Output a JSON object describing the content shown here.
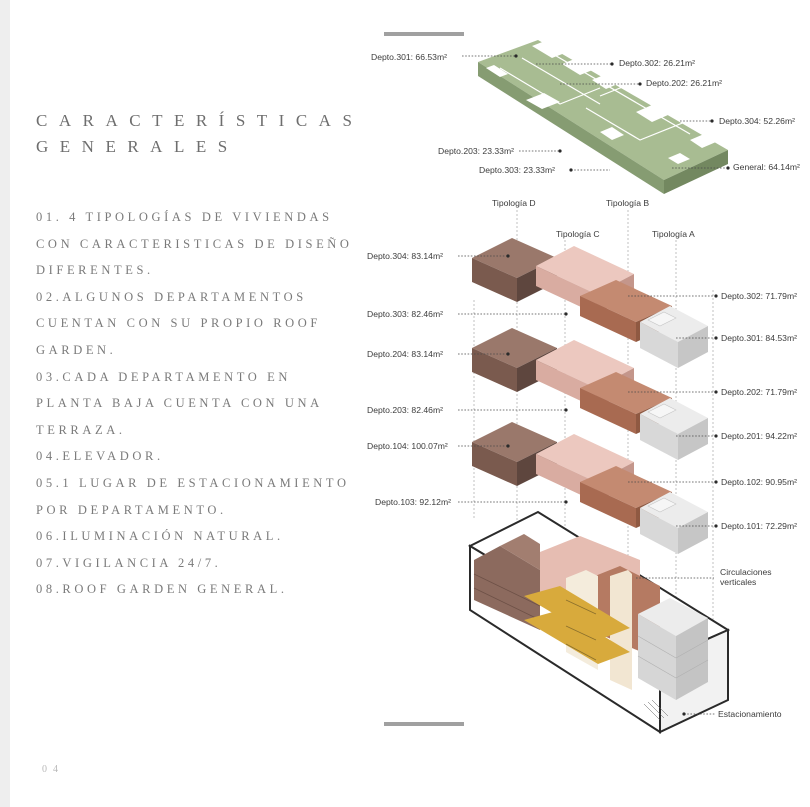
{
  "title": {
    "line1": "CARACTERÍSTICAS",
    "line2": "GENERALES"
  },
  "features": [
    "01. 4 TIPOLOGÍAS DE VIVIENDAS CON CARACTERISTICAS DE DISEÑO DIFERENTES.",
    "02.ALGUNOS DEPARTAMENTOS CUENTAN CON SU PROPIO ROOF GARDEN.",
    "03.CADA DEPARTAMENTO EN PLANTA BAJA CUENTA CON UNA TERRAZA.",
    "04.ELEVADOR.",
    "05.1 LUGAR DE ESTACIONAMIENTO POR DEPARTAMENTO.",
    "06.ILUMINACIÓN NATURAL.",
    "07.VIGILANCIA 24/7.",
    "08.ROOF GARDEN GENERAL."
  ],
  "page_number": "04",
  "diagram": {
    "roof_labels": {
      "d301": "Depto.301: 66.53m²",
      "d302": "Depto.302: 26.21m²",
      "d202": "Depto.202: 26.21m²",
      "d304": "Depto.304: 52.26m²",
      "d203": "Depto.203: 23.33m²",
      "d303": "Depto.303: 23.33m²",
      "general": "General: 64.14m²"
    },
    "typologies": {
      "d": "Tipología D",
      "c": "Tipología C",
      "b": "Tipología B",
      "a": "Tipología A"
    },
    "unit_labels": {
      "u304": "Depto.304: 83.14m²",
      "u303": "Depto.303: 82.46m²",
      "u302": "Depto.302: 71.79m²",
      "u301": "Depto.301: 84.53m²",
      "u204": "Depto.204: 83.14m²",
      "u203": "Depto.203: 82.46m²",
      "u202": "Depto.202: 71.79m²",
      "u201": "Depto.201: 94.22m²",
      "u104": "Depto.104: 100.07m²",
      "u103": "Depto.103: 92.12m²",
      "u102": "Depto.102: 90.95m²",
      "u101": "Depto.101: 72.29m²"
    },
    "ground_labels": {
      "circ1": "Circulaciones",
      "circ2": "verticales",
      "parking": "Estacionamiento"
    },
    "colors": {
      "roof": "#a8bc92",
      "typ_d": "#8c6a5e",
      "typ_c": "#e2b8ae",
      "typ_b": "#b4775f",
      "typ_a": "#dcdcdc",
      "stairs": "#d8aa3c",
      "accent_bar": "#a0a0a0"
    }
  }
}
